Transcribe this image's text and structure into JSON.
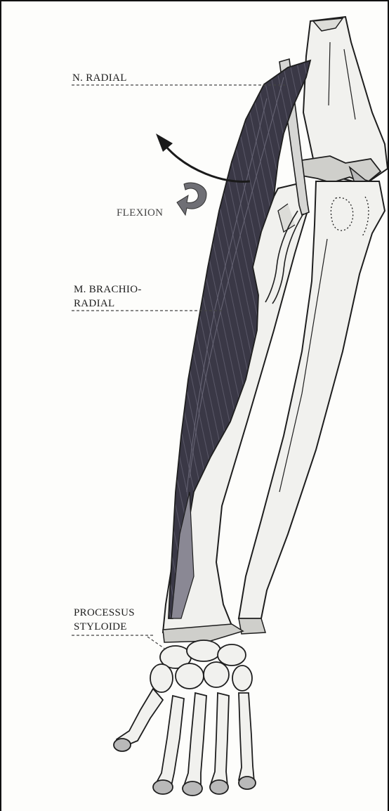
{
  "labels": {
    "n_radial": "N. RADIAL",
    "flexion": "FLEXION",
    "m_brachio_line1": "M. BRACHIO-",
    "m_brachio_line2": "RADIAL",
    "processus_line1": "PROCESSUS",
    "processus_line2": "STYLOIDE"
  },
  "colors": {
    "muscle": "#3a3846",
    "bone_fill": "#f1f1ee",
    "outline": "#1e1e1e",
    "cartilage": "#b9b9b9",
    "arrow_flexion": "#6f6f75"
  },
  "icons": {
    "pronation_arrow": "curved-arrow-icon",
    "flexion_arrow": "curled-arrow-icon"
  }
}
